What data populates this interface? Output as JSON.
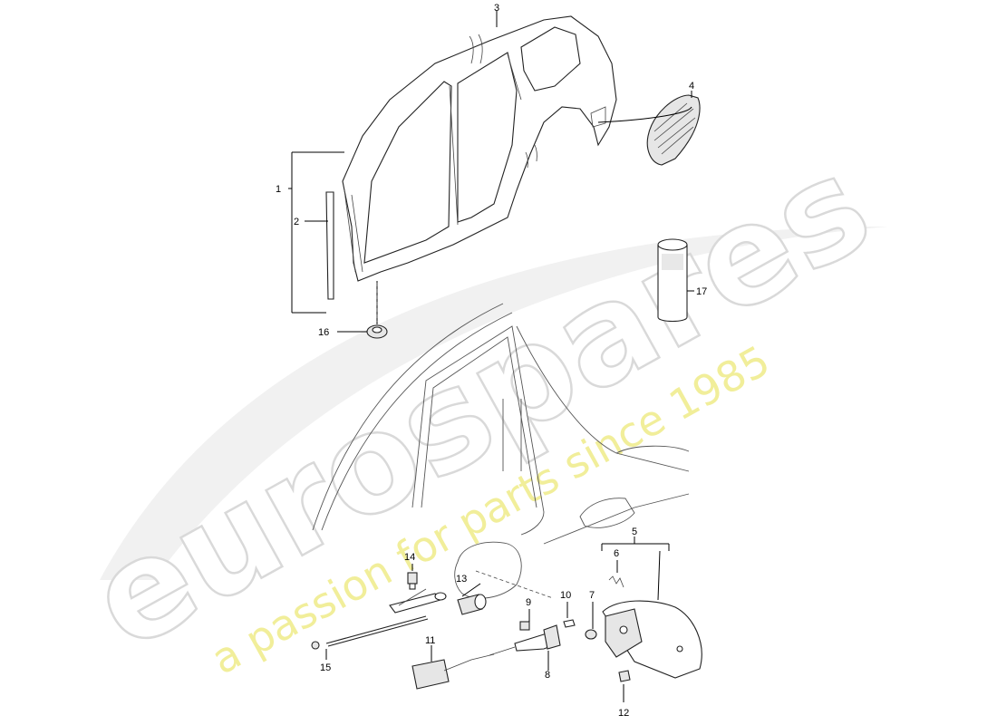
{
  "watermark": {
    "brand": "eurospares",
    "tagline": "a passion for parts since 1985",
    "brand_color": "#d9d9d9",
    "tagline_color": "#f1ee9a"
  },
  "callouts": {
    "c1": "1",
    "c2": "2",
    "c3": "3",
    "c4": "4",
    "c5": "5",
    "c6": "6",
    "c7": "7",
    "c8": "8",
    "c9": "9",
    "c10": "10",
    "c11": "11",
    "c12": "12",
    "c13": "13",
    "c14": "14",
    "c15": "15",
    "c16": "16",
    "c17": "17"
  }
}
